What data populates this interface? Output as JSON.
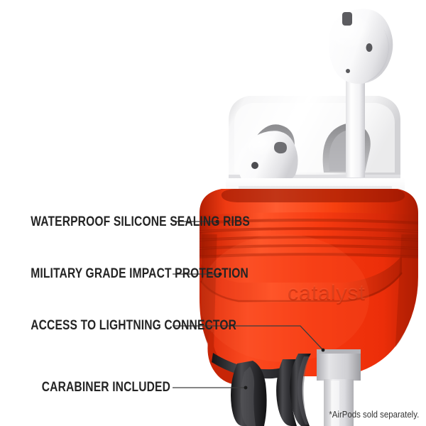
{
  "page": {
    "background_color": "#ffffff",
    "type": "product-feature-callout-image"
  },
  "product": {
    "brand_logo_text": "catalyst",
    "case_color": "#F2380F",
    "case_color_light": "#FF5024",
    "case_color_dark": "#B81D03",
    "accessory_color": "#2E2E30",
    "device_color": "#FFFFFF",
    "cavity_color": "#9A9A9C"
  },
  "callouts": [
    {
      "id": "sealing-ribs",
      "label": "WATERPROOF SILICONE SEALING RIBS"
    },
    {
      "id": "impact-protection",
      "label": "MILITARY GRADE IMPACT PROTECTION"
    },
    {
      "id": "lightning-connector",
      "label": "ACCESS TO LIGHTNING CONNECTOR"
    },
    {
      "id": "carabiner",
      "label": "CARABINER INCLUDED"
    }
  ],
  "disclaimer": {
    "text": "*AirPods sold separately."
  }
}
